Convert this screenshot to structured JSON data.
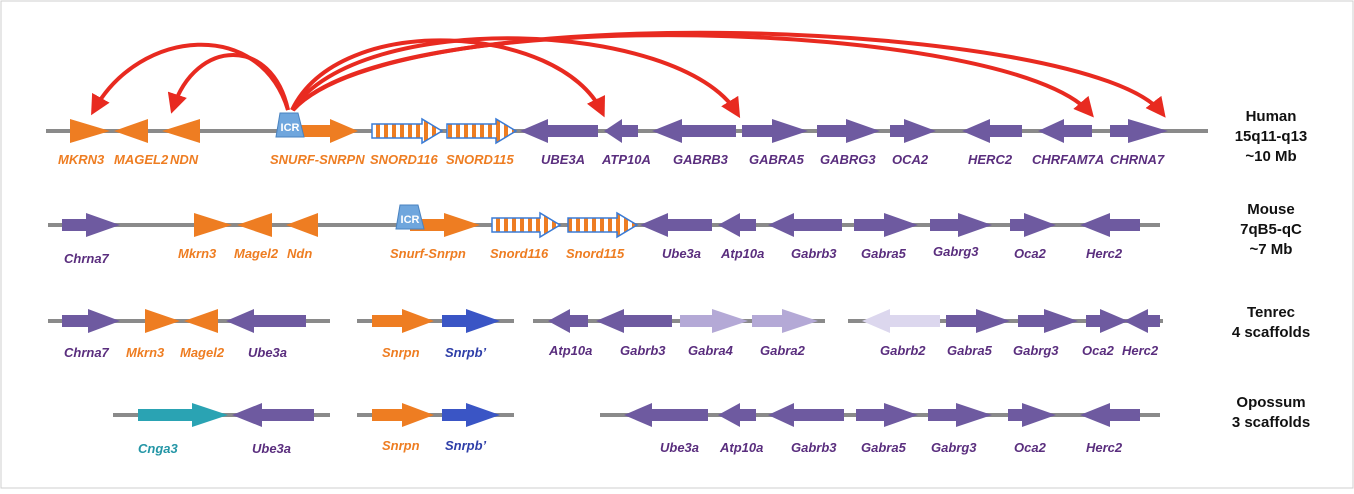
{
  "colors": {
    "imprinted": "#ee7d22",
    "nonimprinted": "#6e5aa0",
    "light": "#b4a9d6",
    "lighter": "#dcd7ee",
    "snrpb": "#3a55c5",
    "cnga": "#2aa3b3",
    "snord": "#ee7d22",
    "arc": "#e82a20",
    "icr": "#6fa6dd",
    "line": "#8a8a8a",
    "label_orange": "#ee7d22",
    "label_purple": "#5a2e7e",
    "label_blue": "#2e3ea8",
    "label_teal": "#2496a6"
  },
  "species": [
    {
      "name": "Human",
      "region": "15q11-q13",
      "size": "~10 Mb"
    },
    {
      "name": "Mouse",
      "region": "7qB5-qC",
      "size": "~7 Mb"
    },
    {
      "name": "Tenrec",
      "region": "4 scaffolds"
    },
    {
      "name": "Opossum",
      "region": "3 scaffolds"
    }
  ],
  "icr_label": "ICR",
  "human_genes": [
    "MKRN3",
    "MAGEL2",
    "NDN",
    "SNURF-SNRPN",
    "SNORD116",
    "SNORD115",
    "UBE3A",
    "ATP10A",
    "GABRB3",
    "GABRA5",
    "GABRG3",
    "OCA2",
    "HERC2",
    "CHRFAM7A",
    "CHRNA7"
  ],
  "mouse_genes": [
    "Chrna7",
    "Mkrn3",
    "Magel2",
    "Ndn",
    "Snurf-Snrpn",
    "Snord116",
    "Snord115",
    "Ube3a",
    "Atp10a",
    "Gabrb3",
    "Gabra5",
    "Gabrg3",
    "Oca2",
    "Herc2"
  ],
  "tenrec_genes": [
    "Chrna7",
    "Mkrn3",
    "Magel2",
    "Ube3a",
    "Snrpn",
    "Snrpb’",
    "Atp10a",
    "Gabrb3",
    "Gabra4",
    "Gabra2",
    "Gabrb2",
    "Gabra5",
    "Gabrg3",
    "Oca2",
    "Herc2"
  ],
  "opossum_genes": [
    "Cnga3",
    "Ube3a",
    "Snrpn",
    "Snrpb’",
    "Ube3a",
    "Atp10a",
    "Gabrb3",
    "Gabra5",
    "Gabrg3",
    "Oca2",
    "Herc2"
  ]
}
